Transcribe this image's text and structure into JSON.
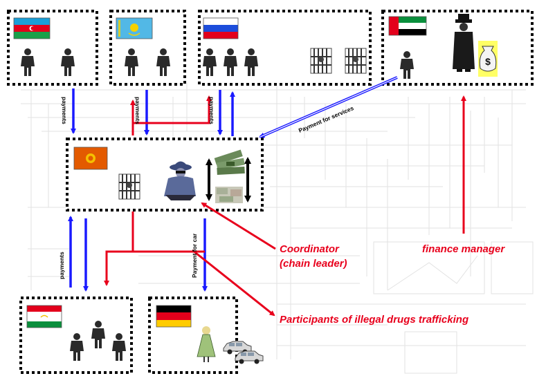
{
  "labels": {
    "payments_az": "payments",
    "payments_kz": "payments",
    "payments_ru": "payments",
    "payments_tj": "payments",
    "payment_for_services": "Payment for services",
    "payment_for_car": "Payment for car",
    "coordinator_line1": "Coordinator",
    "coordinator_line2": "(chain leader)",
    "finance_manager": "finance manager",
    "participants": "Participants of illegal drugs trafficking",
    "dollar_sign": "$"
  },
  "flags": [
    {
      "country": "Azerbaijan",
      "icon": "flag-azerbaijan"
    },
    {
      "country": "Kazakhstan",
      "icon": "flag-kazakhstan"
    },
    {
      "country": "Russia",
      "icon": "flag-russia"
    },
    {
      "country": "UAE",
      "icon": "flag-uae"
    },
    {
      "country": "Kyrgyzstan",
      "icon": "flag-kyrgyzstan"
    },
    {
      "country": "Tajikistan",
      "icon": "flag-tajikistan"
    },
    {
      "country": "Germany",
      "icon": "flag-germany"
    }
  ],
  "colors": {
    "payment_arrow": "#1a1aff",
    "control_arrow": "#e8001c",
    "label_red": "#e8001c",
    "box_border": "#000000"
  }
}
